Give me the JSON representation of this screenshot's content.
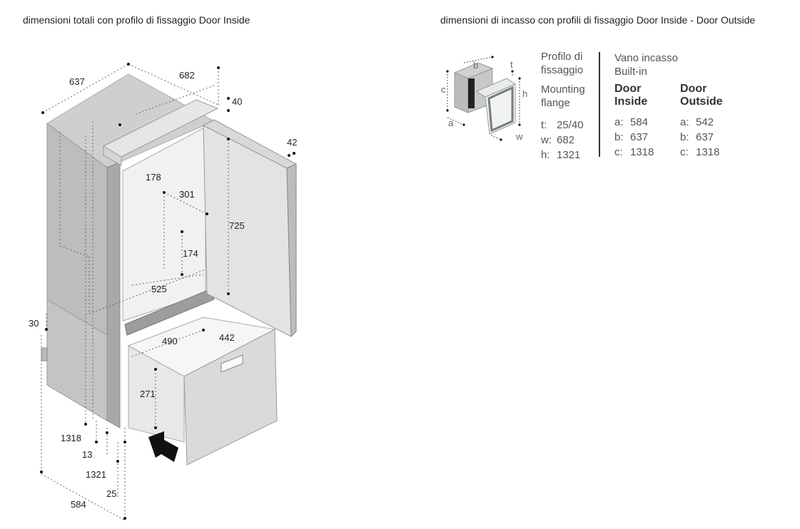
{
  "headings": {
    "left": "dimensioni totali con profilo di fissaggio Door Inside",
    "right": "dimensioni di incasso con profili di fissaggio Door Inside - Door Outside"
  },
  "main_drawing": {
    "dimensions": {
      "d637": "637",
      "d682": "682",
      "d40": "40",
      "d42": "42",
      "d178": "178",
      "d301": "301",
      "d725": "725",
      "d174": "174",
      "d525": "525",
      "d30": "30",
      "d490": "490",
      "d442": "442",
      "d271": "271",
      "d1318": "1318",
      "d13": "13",
      "d1321": "1321",
      "d25": "25",
      "d584": "584"
    }
  },
  "small_drawing": {
    "labels": {
      "b": "b",
      "c": "c",
      "a": "a",
      "t": "t",
      "h": "h",
      "w": "w"
    }
  },
  "flange": {
    "title_it_1": "Profilo di",
    "title_it_2": "fissaggio",
    "title_en_1": "Mounting",
    "title_en_2": "flange",
    "rows": [
      {
        "key": "t:",
        "value": "25/40"
      },
      {
        "key": "w:",
        "value": "682"
      },
      {
        "key": "h:",
        "value": "1321"
      }
    ]
  },
  "builtin": {
    "title_it": "Vano incasso",
    "title_en": "Built-in",
    "door_inside": {
      "label_1": "Door",
      "label_2": "Inside",
      "rows": [
        {
          "key": "a:",
          "value": "584"
        },
        {
          "key": "b:",
          "value": "637"
        },
        {
          "key": "c:",
          "value": "1318"
        }
      ]
    },
    "door_outside": {
      "label_1": "Door",
      "label_2": "Outside",
      "rows": [
        {
          "key": "a:",
          "value": "542"
        },
        {
          "key": "b:",
          "value": "637"
        },
        {
          "key": "c:",
          "value": "1318"
        }
      ]
    }
  }
}
